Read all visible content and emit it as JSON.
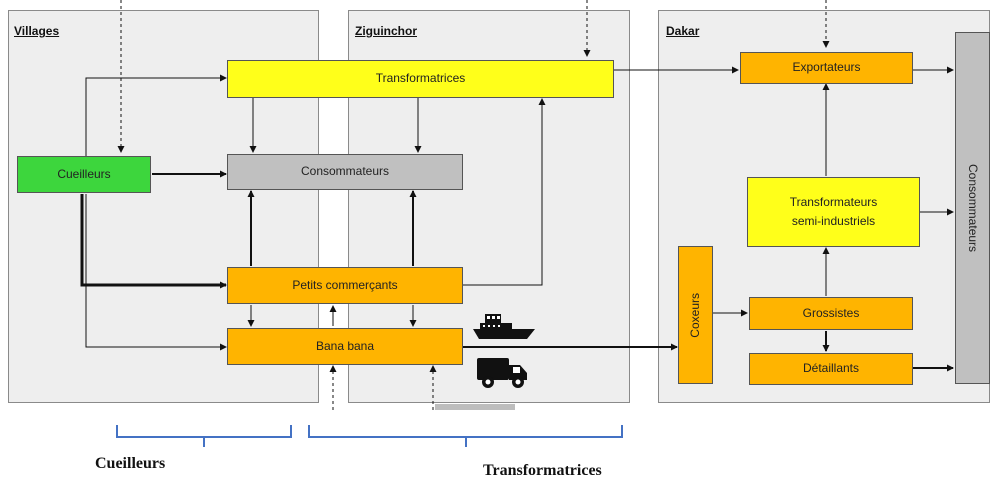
{
  "regions": {
    "villages": "Villages",
    "ziguinchor": "Ziguinchor",
    "dakar": "Dakar"
  },
  "nodes": {
    "transformatrices": "Transformatrices",
    "consommateurs_zig": "Consommateurs",
    "cueilleurs": "Cueilleurs",
    "petits_commercants": "Petits commerçants",
    "bana_bana": "Bana bana",
    "exportateurs": "Exportateurs",
    "transformateurs_semi_line1": "Transformateurs",
    "transformateurs_semi_line2": "semi-industriels",
    "coxeurs": "Coxeurs",
    "grossistes": "Grossistes",
    "detaillants": "Détaillants",
    "consommateurs_dakar": "Consommateurs"
  },
  "icons": {
    "boat": "boat-icon",
    "truck": "truck-icon"
  },
  "footer": {
    "cueilleurs": "Cueilleurs",
    "transformatrices": "Transformatrices"
  },
  "colors": {
    "yellow": "#ffff1a",
    "orange": "#ffb400",
    "grey": "#c0c0c0",
    "green": "#3dd63d",
    "brace": "#4472c4"
  }
}
